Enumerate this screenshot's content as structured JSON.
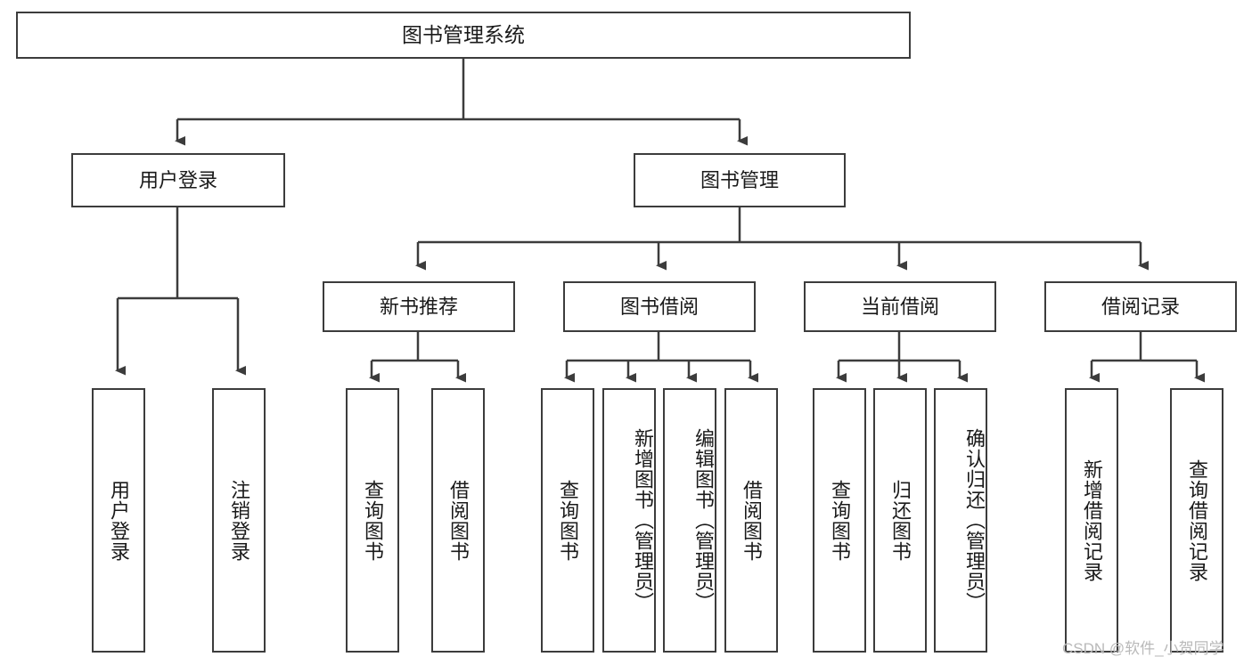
{
  "diagram": {
    "type": "tree-hierarchy",
    "title": "图书管理系统",
    "watermark": "CSDN @软件_小贺同学",
    "colors": {
      "border": "#3c3c3c",
      "background": "#ffffff",
      "text": "#1a1a1a",
      "watermark": "#b9b9b9"
    },
    "root": {
      "label": "图书管理系统"
    },
    "level2": [
      {
        "label": "用户登录"
      },
      {
        "label": "图书管理"
      }
    ],
    "level3": [
      {
        "label": "新书推荐"
      },
      {
        "label": "图书借阅"
      },
      {
        "label": "当前借阅"
      },
      {
        "label": "借阅记录"
      }
    ],
    "leaves": {
      "user_login": [
        {
          "label": "用户登录"
        },
        {
          "label": "注销登录"
        }
      ],
      "new_book_recommend": [
        {
          "label": "查询图书"
        },
        {
          "label": "借阅图书"
        }
      ],
      "book_borrow": [
        {
          "label": "查询图书"
        },
        {
          "label": "新增图书（管理员）"
        },
        {
          "label": "编辑图书（管理员）"
        },
        {
          "label": "借阅图书"
        }
      ],
      "current_borrow": [
        {
          "label": "查询图书"
        },
        {
          "label": "归还图书"
        },
        {
          "label": "确认归还（管理员）"
        }
      ],
      "borrow_records": [
        {
          "label": "新增借阅记录"
        },
        {
          "label": "查询借阅记录"
        }
      ]
    }
  }
}
